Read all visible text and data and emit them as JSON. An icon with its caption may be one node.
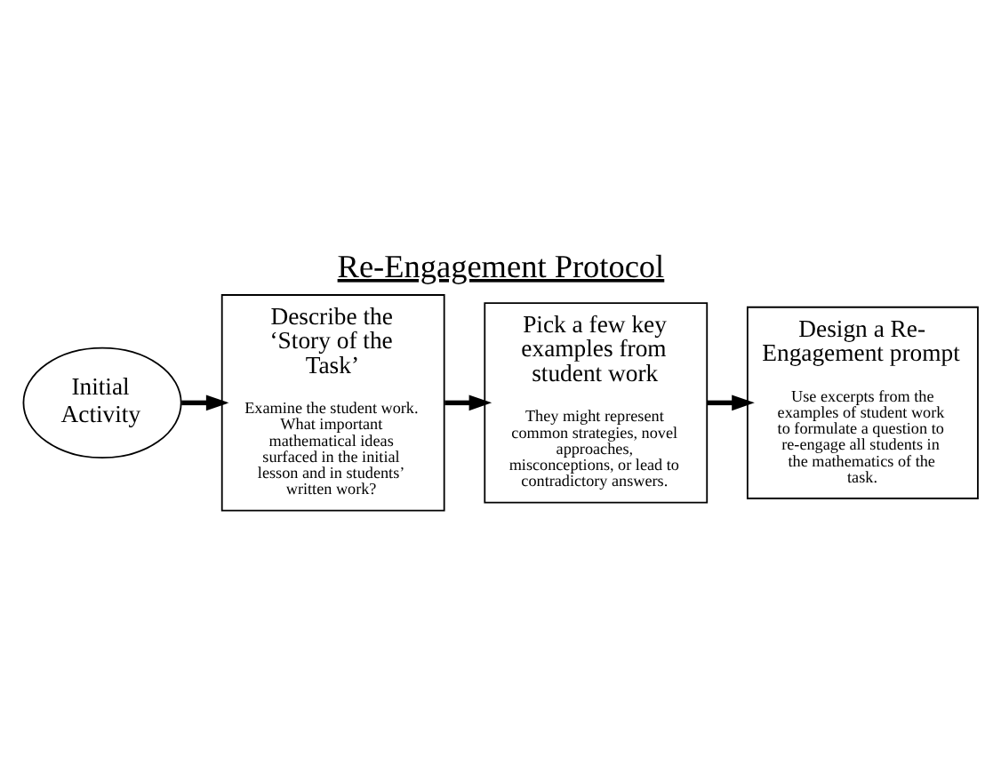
{
  "diagram": {
    "title": "Re-Engagement Protocol",
    "nodes": [
      {
        "text": [
          "Initial Activity"
        ]
      },
      {
        "text": [
          "Describe the ‘Story of the Task’",
          "Examine the student work. What important mathematical ideas surfaced in the initial lesson and in students’ written work?"
        ]
      },
      {
        "text": [
          "Pick a few key examples from student work",
          "They might represent common strategies, novel approaches, misconceptions, or lead to contradictory answers."
        ]
      },
      {
        "text": [
          "Design a Re-Engagement prompt",
          "Use excerpts from the examples of student work to formulate a question to re-engage all students in the mathematics of the task."
        ]
      }
    ],
    "edges": [
      {
        "from": 0,
        "to": 1,
        "arrow": "to"
      },
      {
        "from": 1,
        "to": 2,
        "arrow": "to"
      },
      {
        "from": 2,
        "to": 3,
        "arrow": "to"
      }
    ]
  }
}
